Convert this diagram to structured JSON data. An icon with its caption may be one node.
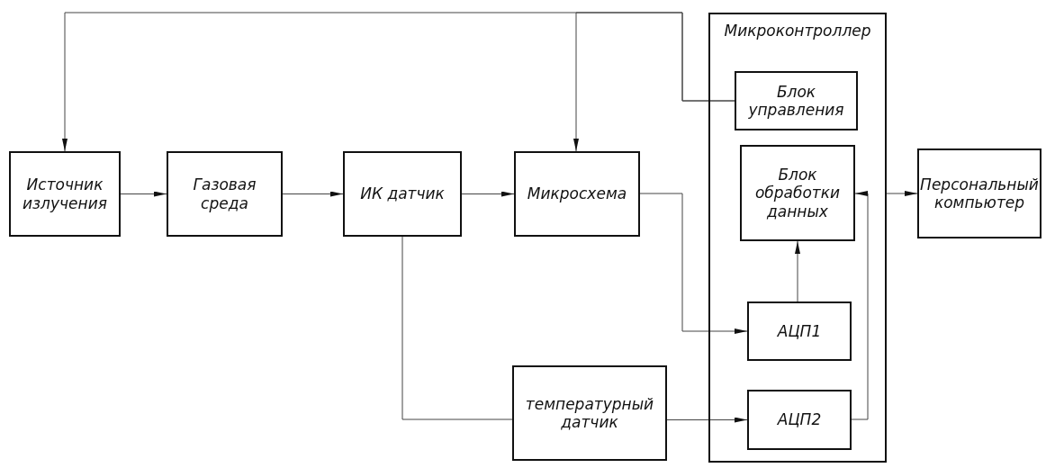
{
  "diagram": {
    "nodes": [
      {
        "text": [
          "Источник излучения"
        ]
      },
      {
        "text": [
          "Газовая среда"
        ]
      },
      {
        "text": [
          "ИК датчик"
        ]
      },
      {
        "text": [
          "Микросхема"
        ]
      },
      {
        "text": [
          "Микроконтроллер"
        ]
      },
      {
        "text": [
          "Блок управления"
        ],
        "in": 4
      },
      {
        "text": [
          "Блок обработки данных"
        ],
        "in": 4
      },
      {
        "text": [
          "АЦП1"
        ],
        "in": 4
      },
      {
        "text": [
          "АЦП2"
        ],
        "in": 4
      },
      {
        "text": [
          "Персональный компьютер"
        ]
      },
      {
        "text": [
          "температурный датчик"
        ]
      }
    ],
    "edges": [
      {
        "from": 5,
        "to": 0,
        "arrow": "to"
      },
      {
        "from": 5,
        "to": 3,
        "arrow": "to"
      },
      {
        "from": 0,
        "to": 1,
        "arrow": "to"
      },
      {
        "from": 1,
        "to": 2,
        "arrow": "to"
      },
      {
        "from": 2,
        "to": 3,
        "arrow": "to"
      },
      {
        "from": 3,
        "to": 7,
        "arrow": "to"
      },
      {
        "from": 2,
        "to": 10,
        "arrow": "none"
      },
      {
        "from": 10,
        "to": 8,
        "arrow": "to"
      },
      {
        "from": 7,
        "to": 6,
        "arrow": "to"
      },
      {
        "from": 8,
        "to": 6,
        "arrow": "to"
      },
      {
        "from": 4,
        "to": 9,
        "arrow": "to"
      }
    ]
  }
}
